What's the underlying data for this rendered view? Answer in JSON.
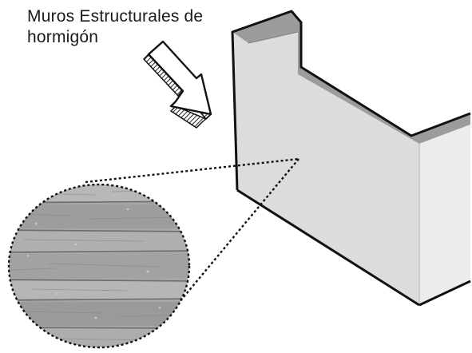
{
  "annotation": {
    "line1": "Muros Estructurales de",
    "line2": "hormigón"
  },
  "colors": {
    "wall_face": "#dcdcdc",
    "wall_side": "#ececec",
    "wall_top": "#9c9c9c",
    "outline": "#111111",
    "concrete_base": "#a7a7a7"
  },
  "icons": {
    "pointer": "hatched-arrow-icon",
    "magnifier": "concrete-texture-magnifier"
  }
}
